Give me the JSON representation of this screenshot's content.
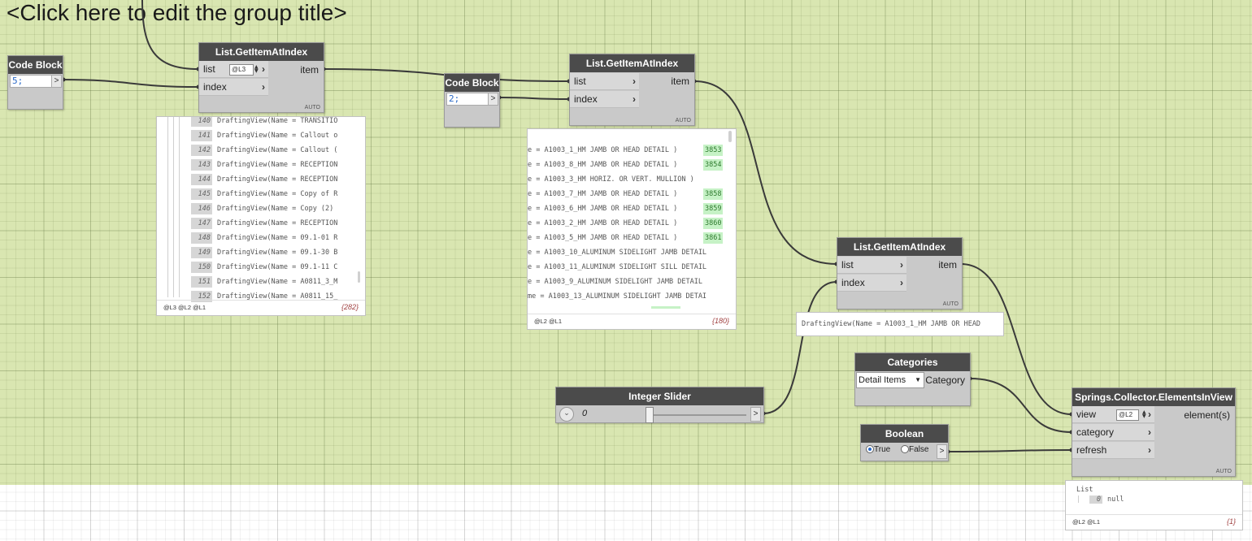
{
  "group": {
    "title": "<Click here to edit the group title>"
  },
  "nodes": {
    "code_block_1": {
      "title": "Code Block",
      "code": "5;",
      "out": ">"
    },
    "code_block_2": {
      "title": "Code Block",
      "code": "2;",
      "out": ">"
    },
    "get_item_1": {
      "title": "List.GetItemAtIndex",
      "in_list": "list",
      "in_index": "index",
      "out_item": "item",
      "lacing_level": "@L3",
      "lacing": "AUTO"
    },
    "get_item_2": {
      "title": "List.GetItemAtIndex",
      "in_list": "list",
      "in_index": "index",
      "out_item": "item",
      "lacing": "AUTO"
    },
    "get_item_3": {
      "title": "List.GetItemAtIndex",
      "in_list": "list",
      "in_index": "index",
      "out_item": "item",
      "lacing": "AUTO"
    },
    "integer_slider": {
      "title": "Integer Slider",
      "value": "0",
      "expand_icon": "chevron-down-icon",
      "out": ">"
    },
    "categories": {
      "title": "Categories",
      "selected": "Detail Items",
      "out": "Category"
    },
    "boolean": {
      "title": "Boolean",
      "true_label": "True",
      "false_label": "False",
      "selected": "True",
      "out": ">"
    },
    "elements_in_view": {
      "title": "Springs.Collector.ElementsInView",
      "in_view": "view",
      "in_category": "category",
      "in_refresh": "refresh",
      "out": "element(s)",
      "lacing_level": "@L2",
      "lacing": "AUTO"
    }
  },
  "preview_1": {
    "rows": [
      {
        "index": "140",
        "text": "DraftingView(Name = TRANSITIO"
      },
      {
        "index": "141",
        "text": "DraftingView(Name = Callout o"
      },
      {
        "index": "142",
        "text": "DraftingView(Name = Callout ("
      },
      {
        "index": "143",
        "text": "DraftingView(Name = RECEPTION"
      },
      {
        "index": "144",
        "text": "DraftingView(Name = RECEPTION"
      },
      {
        "index": "145",
        "text": "DraftingView(Name = Copy of R"
      },
      {
        "index": "146",
        "text": "DraftingView(Name = Copy (2) "
      },
      {
        "index": "147",
        "text": "DraftingView(Name = RECEPTION"
      },
      {
        "index": "148",
        "text": "DraftingView(Name = 09.1-01 R"
      },
      {
        "index": "149",
        "text": "DraftingView(Name = 09.1-30 B"
      },
      {
        "index": "150",
        "text": "DraftingView(Name = 09.1-11 C"
      },
      {
        "index": "151",
        "text": "DraftingView(Name = A0811_3_M"
      },
      {
        "index": "152",
        "text": "DraftingView(Name = A0811_15_"
      }
    ],
    "levels": "@L3 @L2 @L1",
    "count": "{282}"
  },
  "preview_2": {
    "rows": [
      {
        "text": "e = A1003_1_HM JAMB OR HEAD DETAIL )",
        "id": "3853"
      },
      {
        "text": "e = A1003_8_HM JAMB OR HEAD DETAIL )",
        "id": "3854"
      },
      {
        "text": "e = A1003_3_HM HORIZ. OR VERT. MULLION )",
        "id": ""
      },
      {
        "text": "e = A1003_7_HM JAMB OR HEAD DETAIL )",
        "id": "3858"
      },
      {
        "text": "e = A1003_6_HM JAMB OR HEAD DETAIL )",
        "id": "3859"
      },
      {
        "text": "e = A1003_2_HM JAMB OR HEAD DETAIL )",
        "id": "3860"
      },
      {
        "text": "e = A1003_5_HM JAMB OR HEAD DETAIL )",
        "id": "3861"
      },
      {
        "text": "e = A1003_10_ALUMINUM SIDELIGHT JAMB DETAIL",
        "id": ""
      },
      {
        "text": "e = A1003_11_ALUMINUM SIDELIGHT SILL DETAIL",
        "id": ""
      },
      {
        "text": "e = A1003_9_ALUMINUM SIDELIGHT JAMB DETAIL",
        "id": ""
      },
      {
        "text": "me = A1003_13_ALUMINUM SIDELIGHT JAMB DETAI",
        "id": ""
      }
    ],
    "levels": "@L2 @L1",
    "count": "{180}"
  },
  "preview_3": {
    "text": "DraftingView(Name = A1003_1_HM JAMB OR HEAD"
  },
  "preview_4": {
    "label": "List",
    "index": "0",
    "value": "null",
    "levels": "@L2 @L1",
    "count": "{1}"
  },
  "colors": {
    "group_bg": "#d9e6b1",
    "node_header": "#4b4b4b",
    "node_body": "#c9c9c9",
    "code_text": "#2a6ac8",
    "id_highlight": "#c6f2c6"
  }
}
